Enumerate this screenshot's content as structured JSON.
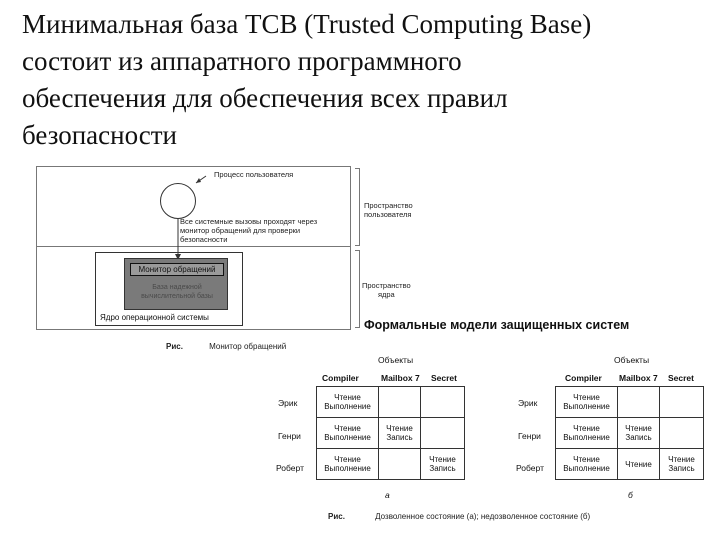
{
  "title_lines": [
    "Минимальная база TCB (Trusted Computing Base)",
    "состоит из аппаратного программного",
    "обеспечения для обеспечения всех правил",
    "безопасности"
  ],
  "diagram": {
    "process_label": "Процесс пользователя",
    "syscall_note": [
      "Все системные вызовы проходят через",
      "монитор обращений для проверки",
      "безопасности"
    ],
    "user_space_label": [
      "Пространство",
      "пользователя"
    ],
    "kernel_space_label": [
      "Пространство",
      "ядра"
    ],
    "monitor_label": "Монитор обращений",
    "monitor_sublabel": [
      "База надежной",
      "вычислительной базы"
    ],
    "os_kernel_label": "Ядро операционной системы",
    "caption_prefix": "Рис.",
    "caption_text": "Монитор обращений"
  },
  "section_title": "Формальные модели защищенных систем",
  "matrices": [
    {
      "objects_label": "Объекты",
      "columns": [
        "Compiler",
        "Mailbox 7",
        "Secret"
      ],
      "rows": [
        {
          "subject": "Эрик",
          "cells": [
            [
              "Чтение",
              "Выполнение"
            ],
            [],
            []
          ]
        },
        {
          "subject": "Генри",
          "cells": [
            [
              "Чтение",
              "Выполнение"
            ],
            [
              "Чтение",
              "Запись"
            ],
            []
          ]
        },
        {
          "subject": "Роберт",
          "cells": [
            [
              "Чтение",
              "Выполнение"
            ],
            [],
            [
              "Чтение",
              "Запись"
            ]
          ]
        }
      ],
      "sub_label": "а"
    },
    {
      "objects_label": "Объекты",
      "columns": [
        "Compiler",
        "Mailbox 7",
        "Secret"
      ],
      "rows": [
        {
          "subject": "Эрик",
          "cells": [
            [
              "Чтение",
              "Выполнение"
            ],
            [],
            []
          ]
        },
        {
          "subject": "Генри",
          "cells": [
            [
              "Чтение",
              "Выполнение"
            ],
            [
              "Чтение",
              "Запись"
            ],
            []
          ]
        },
        {
          "subject": "Роберт",
          "cells": [
            [
              "Чтение",
              "Выполнение"
            ],
            [
              "Чтение"
            ],
            [
              "Чтение",
              "Запись"
            ]
          ]
        }
      ],
      "sub_label": "б"
    }
  ],
  "matrix_caption_prefix": "Рис.",
  "matrix_caption_text": "Дозволенное состояние (а); недозволенное состояние (б)"
}
